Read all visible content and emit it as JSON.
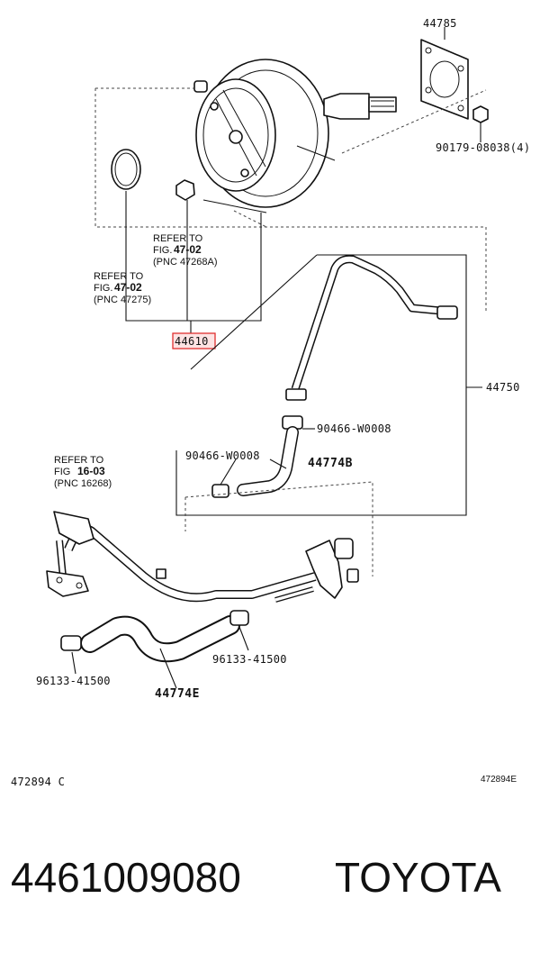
{
  "labels": {
    "p44785": "44785",
    "p90179": "90179-08038(4)",
    "p44610": "44610",
    "p44750": "44750",
    "p90466_right": "90466-W0008",
    "p90466_left": "90466-W0008",
    "p44774B": "44774B",
    "p96133_right": "96133-41500",
    "p96133_left": "96133-41500",
    "p44774E": "44774E"
  },
  "refs": {
    "ref1": {
      "line1": "REFER TO",
      "line2_a": "FIG.",
      "line2_b": "47-02",
      "line3": "(PNC 47268A)"
    },
    "ref2": {
      "line1": "REFER TO",
      "line2_a": "FIG.",
      "line2_b": "47-02",
      "line3": "(PNC 47275)"
    },
    "ref3": {
      "line1": "REFER TO",
      "line2_a": "FIG",
      "line2_b": "16-03",
      "line3": "(PNC 16268)"
    }
  },
  "footer": {
    "code_left": "472894 C",
    "code_right": "472894E",
    "part_number": "4461009080",
    "brand": "TOYOTA"
  },
  "colors": {
    "highlight": "#e03030",
    "highlight_fill": "#fde3e3"
  }
}
